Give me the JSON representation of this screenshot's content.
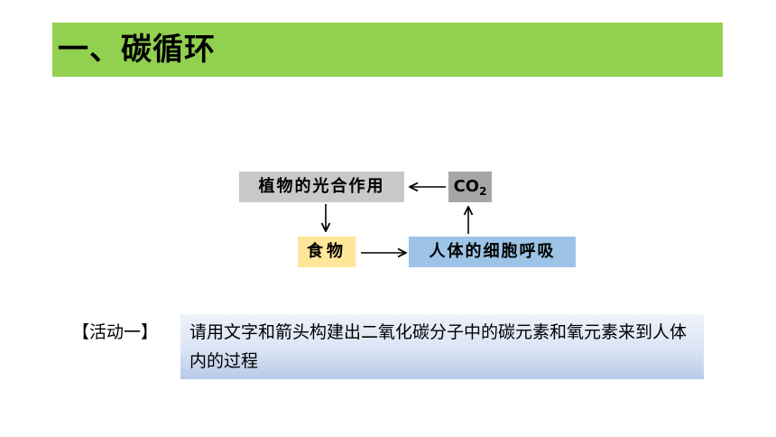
{
  "header": {
    "title": "一、碳循环"
  },
  "diagram": {
    "nodes": {
      "photosynthesis": "植物的光合作用",
      "co2_main": "CO",
      "co2_sub": "2",
      "food": "食物",
      "respiration": "人体的细胞呼吸"
    },
    "colors": {
      "title_bar": "#92d050",
      "photosynthesis": "#c9c9c9",
      "co2": "#a6a6a6",
      "food": "#ffe699",
      "respiration": "#9dc3e6"
    }
  },
  "activity": {
    "label": "【活动一】",
    "task": "请用文字和箭头构建出二氧化碳分子中的碳元素和氧元素来到人体内的过程"
  }
}
